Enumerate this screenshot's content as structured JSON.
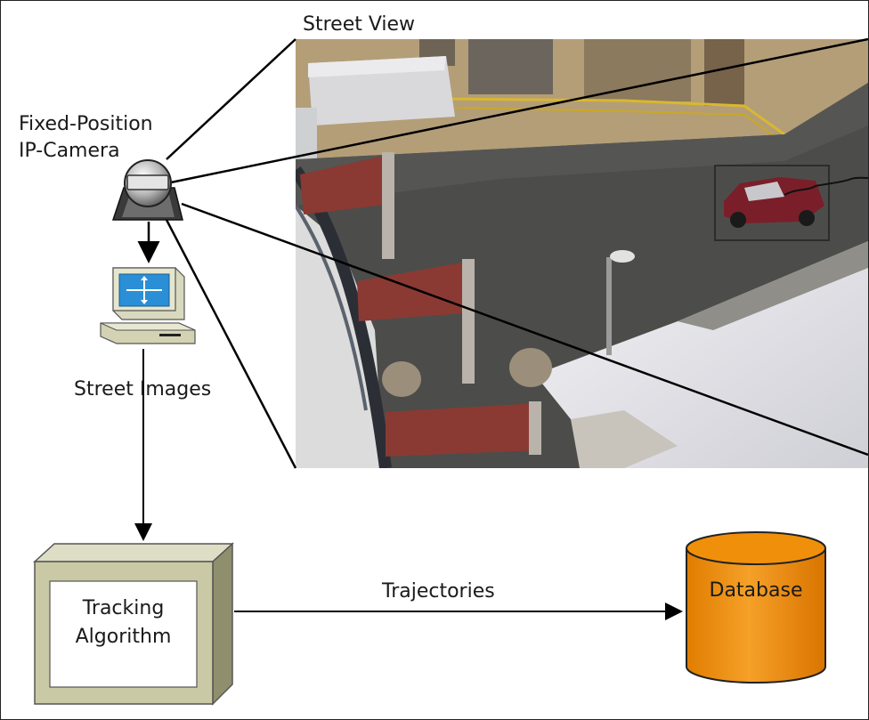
{
  "labels": {
    "street_view": "Street View",
    "camera_line1": "Fixed-Position",
    "camera_line2": "IP-Camera",
    "street_images": "Street Images",
    "tracking_line1": "Tracking",
    "tracking_line2": "Algorithm",
    "trajectories": "Trajectories",
    "database": "Database"
  },
  "colors": {
    "line": "#000000",
    "database_fill": "#f0900a",
    "database_stroke": "#222222",
    "box_face": "#c9c9a6",
    "box_side": "#8f8f6e",
    "box_top": "#dedec6",
    "monitor_screen": "#2a8fd6",
    "photo_asphalt": "#4c4d4a",
    "photo_wall": "#b8a27c",
    "car_color": "#7a1f2a",
    "snow_color": "#e8e8ee",
    "bench_color": "#8c3a32"
  },
  "icons": {
    "camera": "ip-camera-icon",
    "computer": "computer-workstation-icon",
    "database": "database-cylinder-icon",
    "server": "server-box-icon"
  }
}
